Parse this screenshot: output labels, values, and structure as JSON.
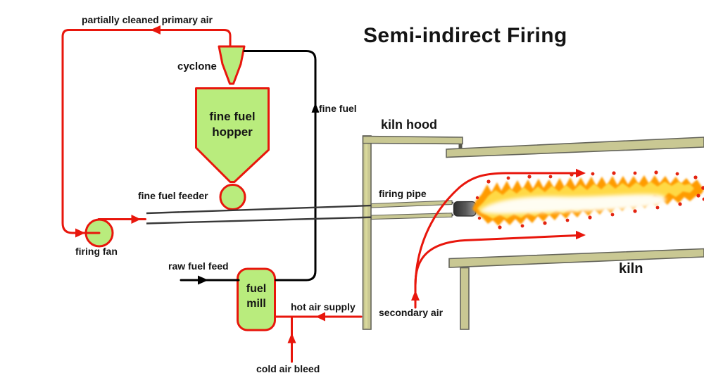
{
  "title": "Semi-indirect Firing",
  "labels": {
    "primary_air": "partially cleaned primary air",
    "cyclone": "cyclone",
    "hopper_line1": "fine fuel",
    "hopper_line2": "hopper",
    "fine_fuel": "fine fuel",
    "fine_fuel_feeder": "fine fuel feeder",
    "firing_fan": "firing fan",
    "raw_fuel_feed": "raw fuel feed",
    "fuel_mill_line1": "fuel",
    "fuel_mill_line2": "mill",
    "hot_air_supply": "hot air supply",
    "cold_air_bleed": "cold air bleed",
    "secondary_air": "secondary air",
    "kiln_hood": "kiln hood",
    "firing_pipe": "firing pipe",
    "kiln": "kiln"
  },
  "colors": {
    "background": "#ffffff",
    "text": "#141414",
    "flow_line_red": "#e8160c",
    "line_black": "#000000",
    "equipment_green": "#b9ec7d",
    "structure_olive": "#c9c893",
    "structure_edge": "#64645a",
    "pipe_gray": "#383838",
    "nozzle_gray": "#5a5a5a",
    "flame_orange": "#ff9b00",
    "flame_yellow": "#ffd944",
    "flame_core": "#fffdf2",
    "flame_speck_red": "#e32310"
  }
}
